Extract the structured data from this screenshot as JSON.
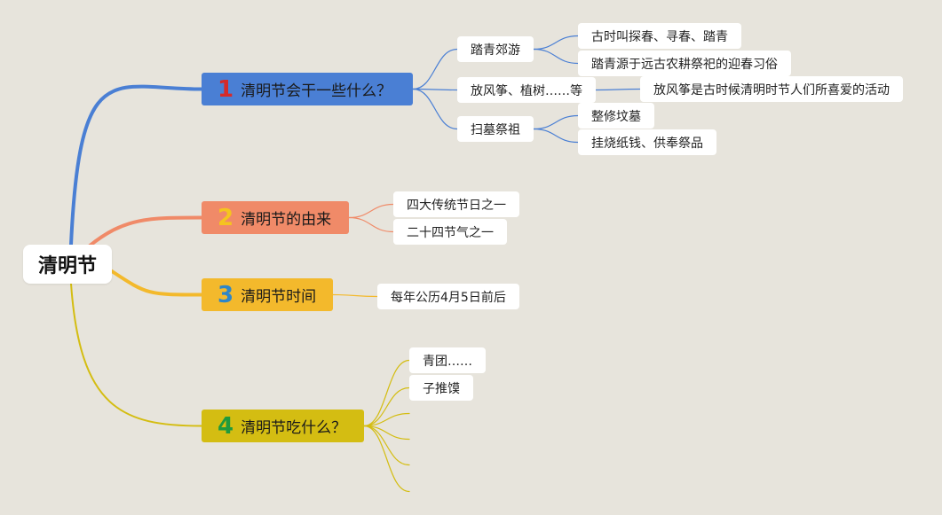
{
  "root": {
    "label": "清明节"
  },
  "branches": [
    {
      "num": "1",
      "num_color": "#d62a2a",
      "label": "清明节会干一些什么？",
      "color": "#4a7fd4",
      "children": [
        {
          "label": "踏青郊游",
          "children": [
            {
              "label": "古时叫探春、寻春、踏青"
            },
            {
              "label": "踏青源于远古农耕祭祀的迎春习俗"
            }
          ]
        },
        {
          "label": "放风筝、植树……等",
          "children": [
            {
              "label": "放风筝是古时候清明时节人们所喜爱的活动"
            }
          ]
        },
        {
          "label": "扫墓祭祖",
          "children": [
            {
              "label": "整修坟墓"
            },
            {
              "label": "挂烧纸钱、供奉祭品"
            }
          ]
        }
      ]
    },
    {
      "num": "2",
      "num_color": "#f5c41f",
      "label": "清明节的由来",
      "color": "#f08a68",
      "children": [
        {
          "label": "四大传统节日之一"
        },
        {
          "label": "二十四节气之一"
        }
      ]
    },
    {
      "num": "3",
      "num_color": "#2e86c8",
      "label": "清明节时间",
      "color": "#f3b92c",
      "children": [
        {
          "label": "每年公历4月5日前后"
        }
      ]
    },
    {
      "num": "4",
      "num_color": "#1f9a3c",
      "label": "清明节吃什么？",
      "color": "#d4bd12",
      "children": [
        {
          "label": "青团……"
        },
        {
          "label": "子推馍"
        },
        {
          "label": ""
        },
        {
          "label": ""
        },
        {
          "label": ""
        },
        {
          "label": ""
        }
      ]
    }
  ]
}
